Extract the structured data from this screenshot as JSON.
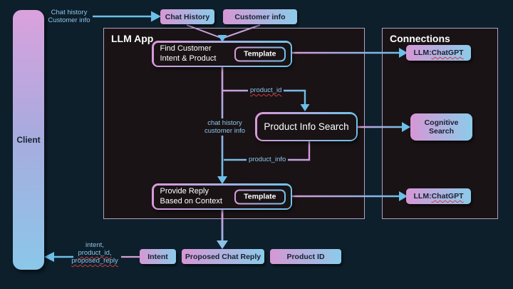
{
  "colors": {
    "page_bg": "#0d1f2b",
    "panel_bg": "#191316",
    "panel_border": "#b3a0bd",
    "gradient_pink": "#d697d5",
    "gradient_blue": "#8ccbea",
    "arrow_blue": "#6cbfe8",
    "edge_label_text": "#8ec6e8",
    "squiggle_red": "#d03a3a"
  },
  "client": {
    "label": "Client"
  },
  "inputs": {
    "source_label_line1": "Chat history",
    "source_label_line2": "Customer info",
    "chat_history": "Chat History",
    "customer_info": "Customer info"
  },
  "llm_app": {
    "title": "LLM App",
    "find_box": {
      "line1": "Find Customer",
      "line2": "Intent & Product",
      "template": "Template"
    },
    "product_info_search": "Product Info Search",
    "provide_box": {
      "line1": "Provide Reply",
      "line2": "Based on Context",
      "template": "Template"
    },
    "edge_labels": {
      "product_id": "product_id",
      "context_line1": "chat history",
      "context_line2": "customer info",
      "product_info": "product_info"
    }
  },
  "connections": {
    "title": "Connections",
    "llm_top_prefix": "LLM: ",
    "llm_top_name": "ChatGPT",
    "cognitive_line1": "Cognitive",
    "cognitive_line2": "Search",
    "llm_bottom_prefix": "LLM: ",
    "llm_bottom_name": "ChatGPT"
  },
  "outputs": {
    "intent": "Intent",
    "proposed_chat_reply": "Proposed Chat Reply",
    "product_id": "Product ID",
    "return_label_line1": "intent,",
    "return_label_line2": "product_id,",
    "return_label_line3": "proposed_reply"
  }
}
